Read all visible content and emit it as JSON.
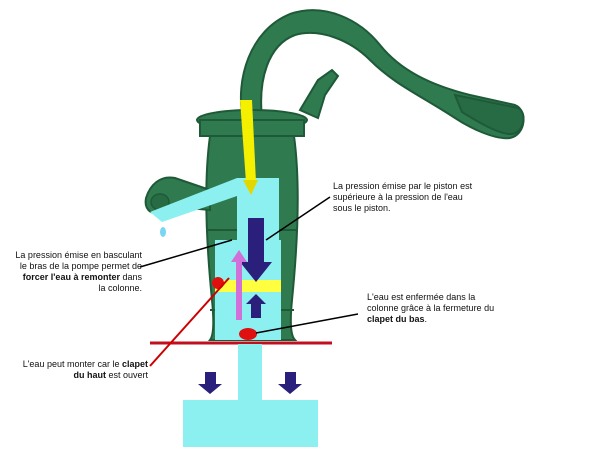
{
  "colors": {
    "pump_green": "#2f7a4f",
    "pump_dark": "#1f5a38",
    "column_cyan": "#8cf0f0",
    "rod_yellow": "#f5f000",
    "piston_yellow": "#ffff40",
    "arrow_navy": "#2a1f7a",
    "arrow_pink": "#d070d8",
    "valve_red": "#e01010",
    "ground_red": "#c01020",
    "drop_blue": "#7ad6f0"
  },
  "annotations": {
    "top_right": {
      "l1": "La pression émise par le piston est",
      "l2": "supérieure à la pression de l'eau",
      "l3": "sous le piston."
    },
    "left": {
      "l1": "La pression émise en basculant",
      "l2": "le bras de la pompe permet de",
      "l3_bold": "forcer l'eau à remonter",
      "l3_tail": " dans",
      "l4": "la colonne."
    },
    "right_mid": {
      "l1": "L'eau est enfermée dans la",
      "l2_pre": "colonne grâce à la fermeture du",
      "l3_bold": "clapet du bas",
      "l3_tail": "."
    },
    "bottom_left": {
      "l1_pre": "L'eau peut monter car le ",
      "l1_bold": "clapet",
      "l2_bold": "du haut",
      "l2_tail": " est ouvert"
    }
  }
}
